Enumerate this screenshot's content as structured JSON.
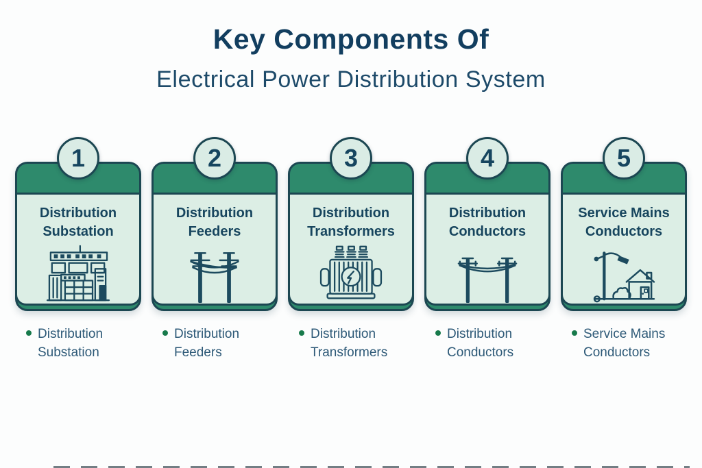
{
  "header": {
    "title": "Key Components Of",
    "subtitle": "Electrical Power Distribution System"
  },
  "cards": [
    {
      "number": "1",
      "title": "Distribution Substation",
      "bullet": "Distribution Substation",
      "icon": "substation-building-icon"
    },
    {
      "number": "2",
      "title": "Distribution Feeders",
      "bullet": "Distribution Feeders",
      "icon": "power-poles-wires-icon"
    },
    {
      "number": "3",
      "title": "Distribution Transformers",
      "bullet": "Distribution Transformers",
      "icon": "transformer-icon"
    },
    {
      "number": "4",
      "title": "Distribution Conductors",
      "bullet": "Distribution Conductors",
      "icon": "conductor-poles-icon"
    },
    {
      "number": "5",
      "title": "Service Mains Conductors",
      "bullet": "Service Mains Conductors",
      "icon": "street-pole-house-icon"
    }
  ],
  "colors": {
    "header_green": "#2e8a6c",
    "card_mint": "#dceee5",
    "card_border": "#1c4752",
    "navy_text": "#17455e",
    "subtitle_navy": "#1d4a69",
    "bullet_text": "#2d5977",
    "bullet_dot_green": "#177a4b",
    "badge_bg": "#daece5"
  }
}
